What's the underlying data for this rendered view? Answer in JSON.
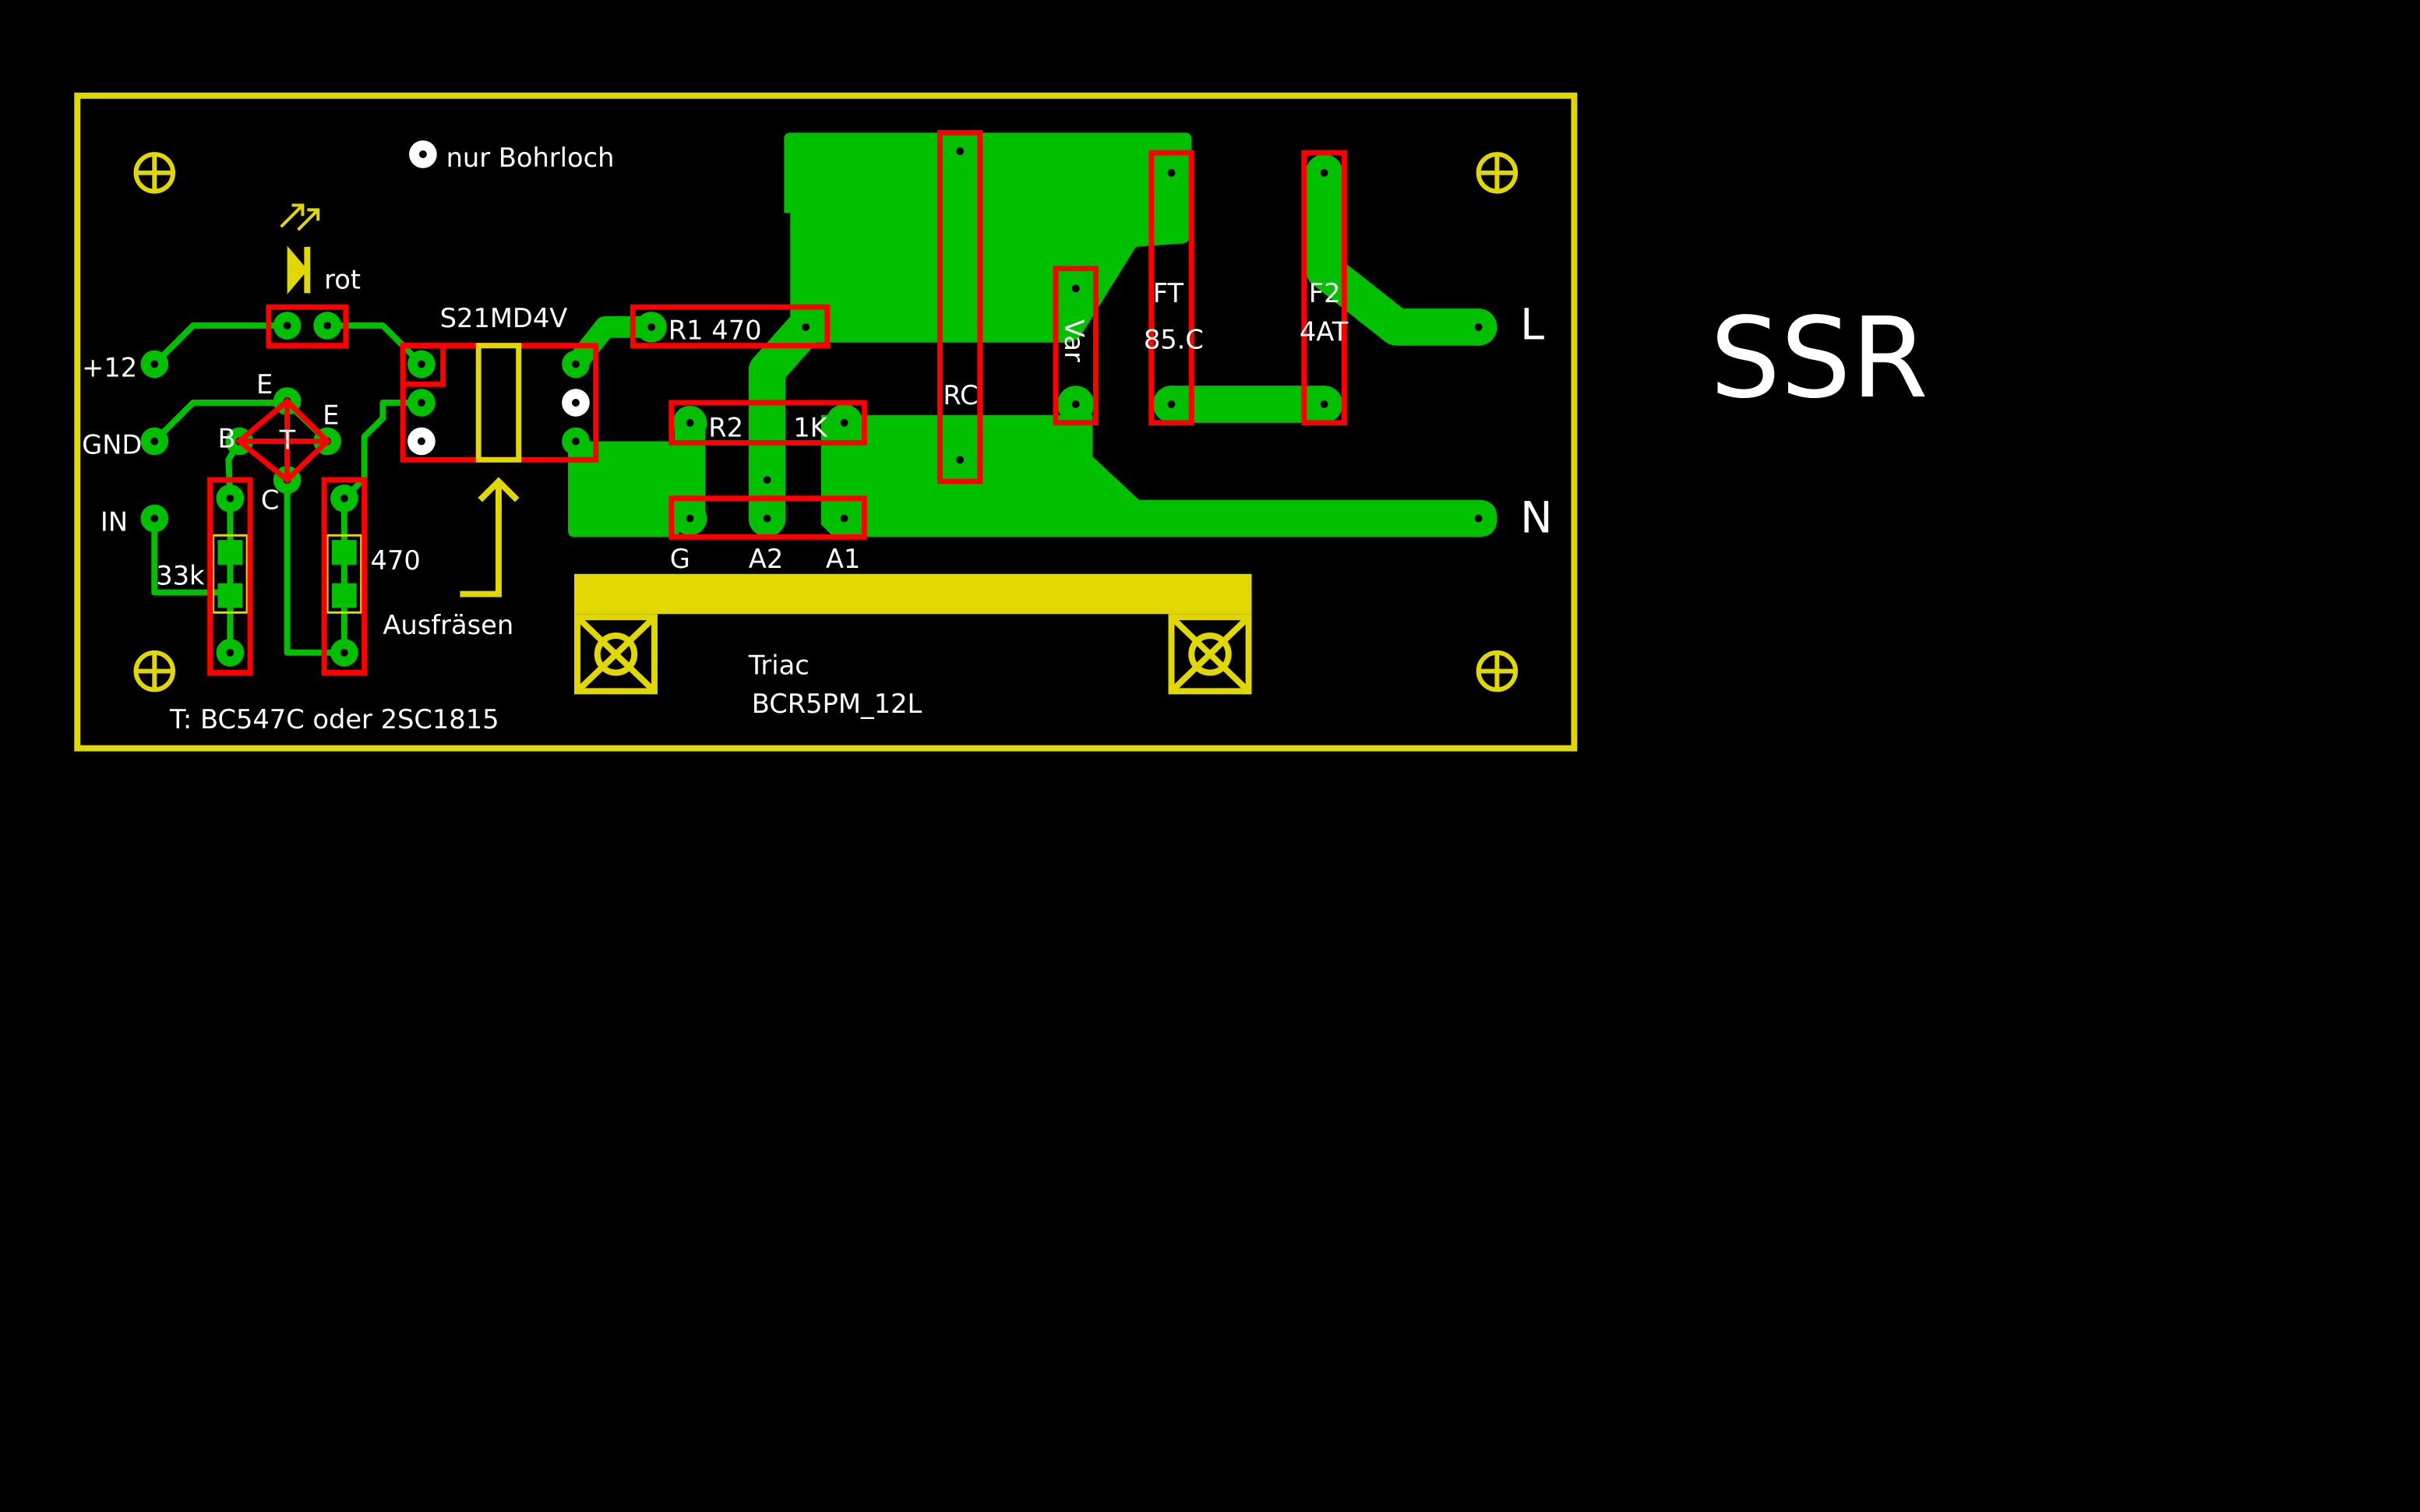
{
  "title": "SSR",
  "colors": {
    "background": "#000000",
    "copper": "#00c000",
    "silkscreen": "#e0d800",
    "component_outline": "#ff0000",
    "text": "#ffffff"
  },
  "notes": {
    "drill_only": "nur Bohrloch",
    "mill_out": "Ausfräsen",
    "transistor": "T: BC547C oder 2SC1815"
  },
  "connectors": {
    "plus12": "+12",
    "gnd": "GND",
    "in": "IN",
    "live": "L",
    "neutral": "N"
  },
  "transistor": {
    "name": "T",
    "emitter": "E",
    "emitter2": "E",
    "base": "B",
    "collector": "C"
  },
  "led": {
    "color": "rot"
  },
  "resistors": {
    "r_base": "33k",
    "r_led": "470",
    "r1": "R1 470",
    "r2": "R2",
    "r2_value": "1K"
  },
  "optocoupler": {
    "part": "S21MD4V"
  },
  "triac": {
    "pin_g": "G",
    "pin_a2": "A2",
    "pin_a1": "A1",
    "name": "Triac",
    "part": "BCR5PM_12L"
  },
  "components": {
    "rc": "RC",
    "varistor": "Var",
    "thermal_fuse": "FT",
    "thermal_fuse_value": "85.C",
    "fuse": "F2",
    "fuse_value": "4AT"
  }
}
